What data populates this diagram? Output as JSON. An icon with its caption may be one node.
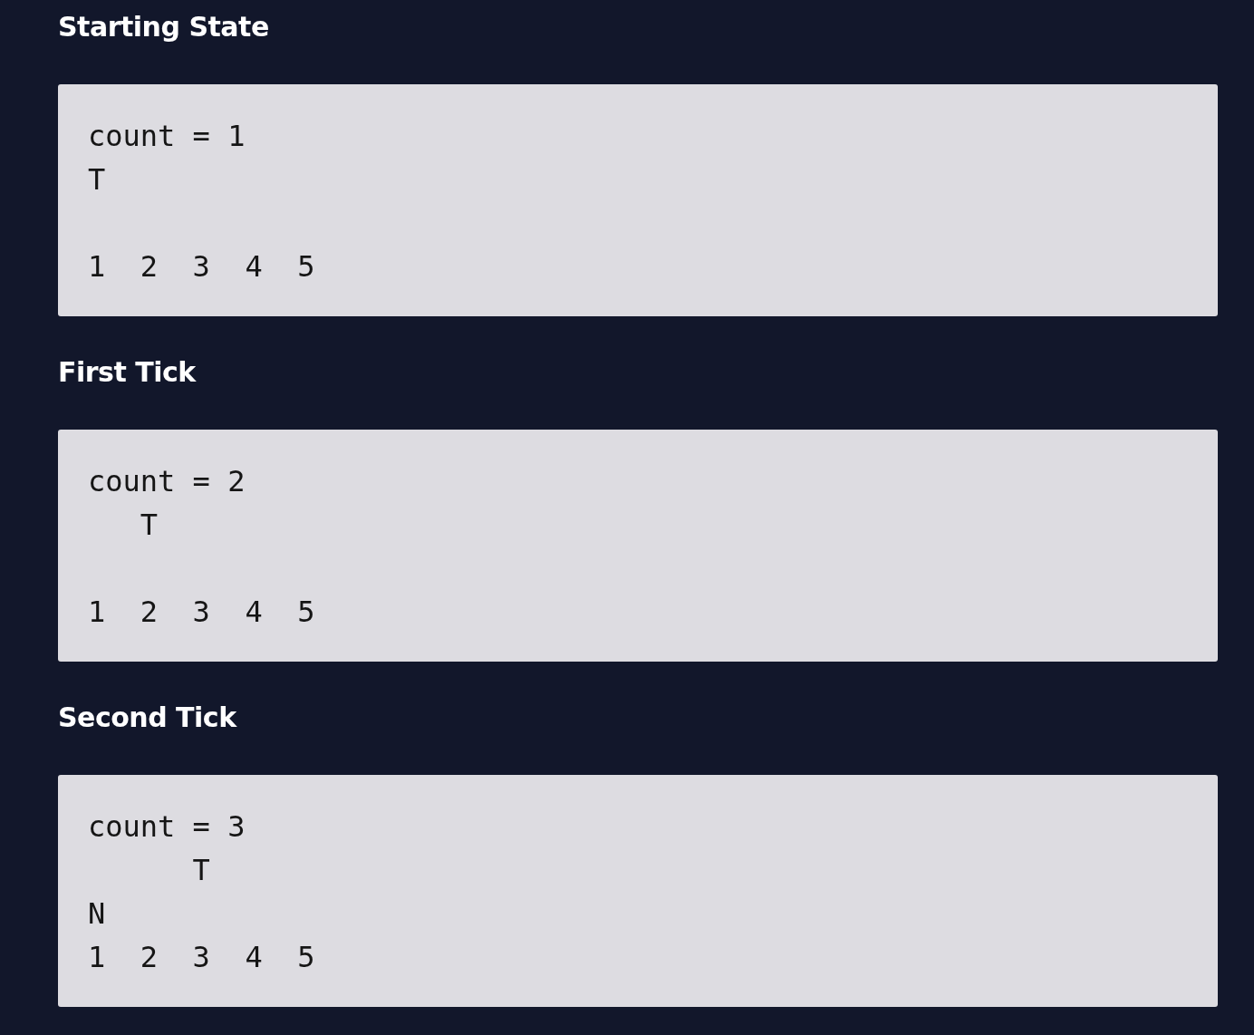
{
  "diagram": {
    "nodes": [
      {
        "text": [
          "Starting State",
          "count = 1",
          "T",
          "1 2 3 4 5"
        ]
      },
      {
        "text": [
          "First Tick",
          "count = 2",
          "T",
          "1 2 3 4 5"
        ]
      },
      {
        "text": [
          "Second Tick",
          "count = 3",
          "T",
          "N",
          "1 2 3 4 5"
        ]
      }
    ]
  }
}
